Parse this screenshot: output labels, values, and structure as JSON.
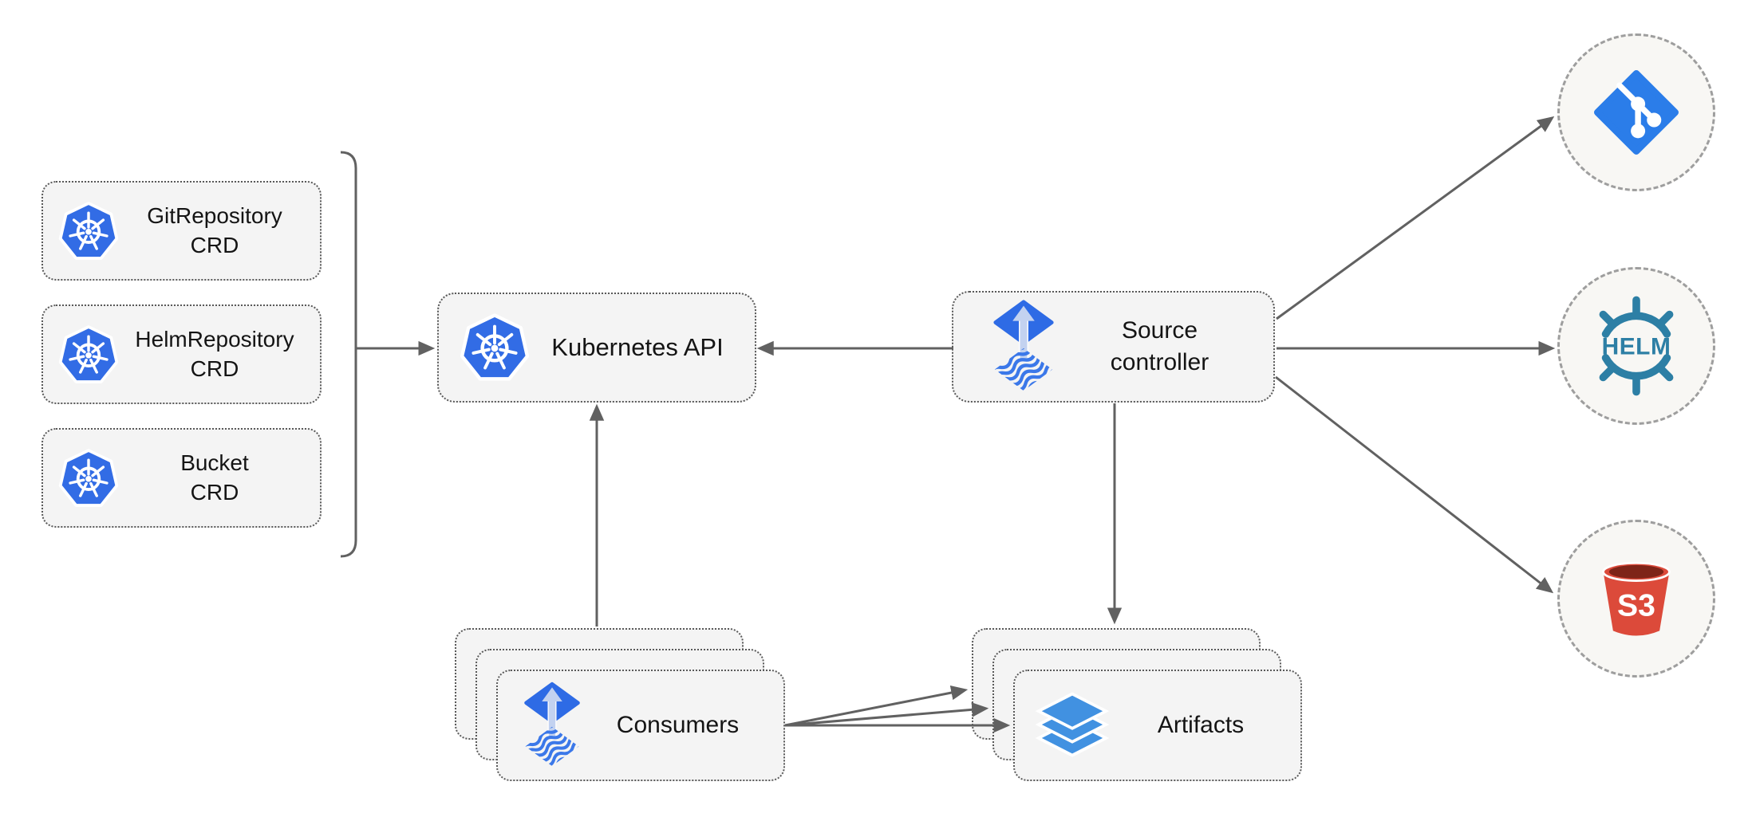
{
  "nodes": {
    "crd_boxes": [
      {
        "line1": "GitRepository",
        "line2": "CRD"
      },
      {
        "line1": "HelmRepository",
        "line2": "CRD"
      },
      {
        "line1": "Bucket",
        "line2": "CRD"
      }
    ],
    "kubernetes_api": {
      "label": "Kubernetes API"
    },
    "source_controller": {
      "line1": "Source",
      "line2": "controller"
    },
    "consumers": {
      "label": "Consumers"
    },
    "artifacts": {
      "label": "Artifacts"
    },
    "helm_source": {
      "text": "HELM"
    },
    "s3_source": {
      "text": "S3"
    }
  },
  "icons": [
    "kubernetes-icon",
    "flux-icon",
    "git-icon",
    "helm-icon",
    "s3-bucket-icon",
    "layers-icon"
  ],
  "colors": {
    "kubernetes_blue": "#326CE5",
    "flux_blue": "#2E6BE5",
    "flux_arrow_pale": "#C3D2F0",
    "flux_wave_blue": "#3B78E9",
    "git_blue": "#2B7DE9",
    "helm_teal": "#2D7FA5",
    "s3_red": "#DC4A3A",
    "s3_dark_red": "#7E2418",
    "layers_blue": "#4191E1",
    "connector_gray": "#616161",
    "node_fill": "#F4F4F4",
    "node_border_dotted": "#595959",
    "circle_fill": "#F8F7F4",
    "circle_border_dashed": "#9E9E9E",
    "background": "#FFFFFF"
  }
}
